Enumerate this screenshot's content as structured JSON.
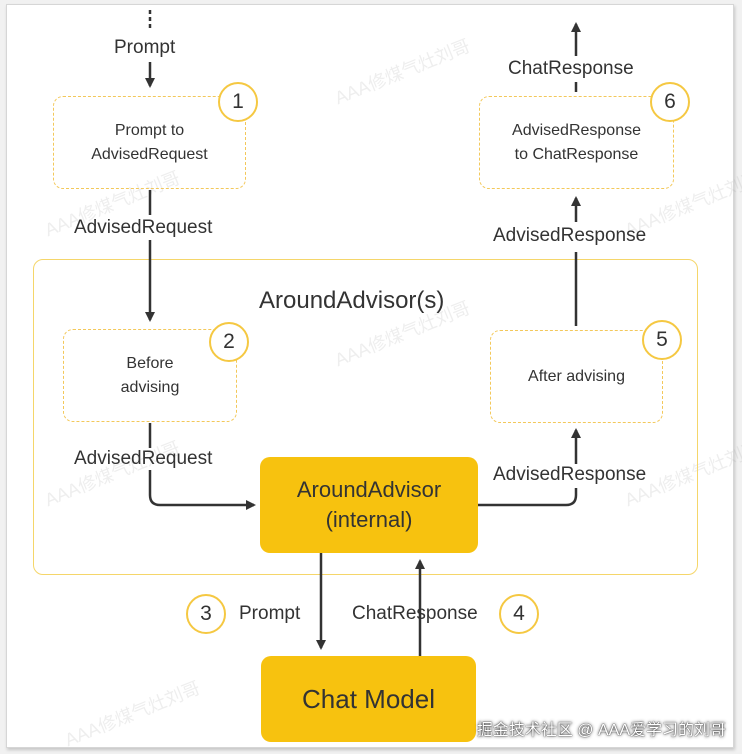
{
  "edge_labels": {
    "prompt_in": "Prompt",
    "advised_request_top": "AdvisedRequest",
    "advised_request_mid": "AdvisedRequest",
    "chat_response_out": "ChatResponse",
    "advised_response_top": "AdvisedResponse",
    "advised_response_mid": "AdvisedResponse",
    "prompt_to_model": "Prompt",
    "chat_response_from_model": "ChatResponse"
  },
  "steps": [
    {
      "number": "1",
      "text_line1": "Prompt to",
      "text_line2": "AdvisedRequest"
    },
    {
      "number": "2",
      "text_line1": "Before",
      "text_line2": "advising"
    },
    {
      "number": "3"
    },
    {
      "number": "4"
    },
    {
      "number": "5",
      "text_line1": "After advising",
      "text_line2": ""
    },
    {
      "number": "6",
      "text_line1": "AdvisedResponse",
      "text_line2": "to ChatResponse"
    }
  ],
  "container_title": "AroundAdvisor(s)",
  "around_advisor": {
    "line1": "AroundAdvisor",
    "line2": "(internal)"
  },
  "chat_model": "Chat Model",
  "watermark": "AAA修煤气灶刘哥",
  "footer": "掘金技术社区 @ AAA爱学习的刘哥",
  "colors": {
    "accent": "#f7c20f",
    "dashed": "#f3c85a",
    "arrow": "#333333"
  }
}
